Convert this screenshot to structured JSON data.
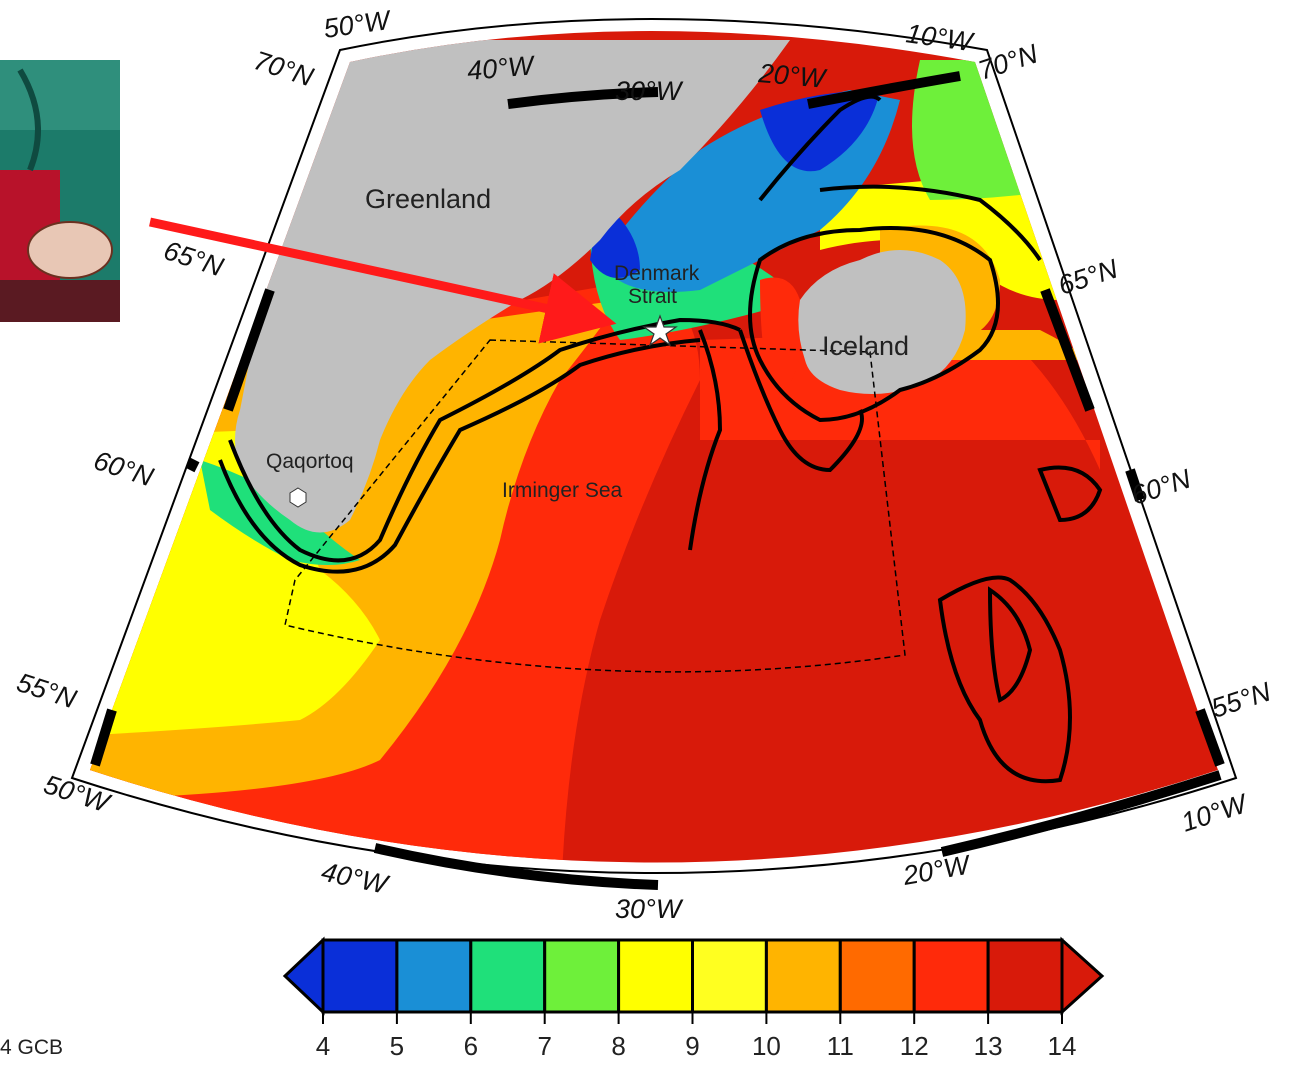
{
  "map": {
    "labels": {
      "greenland": "Greenland",
      "denmark": "Denmark",
      "strait": "Strait",
      "iceland": "Iceland",
      "qaqortoq": "Qaqortoq",
      "irminger": "Irminger Sea"
    },
    "graticule": {
      "top_lon": [
        "50°W",
        "40°W",
        "30°W",
        "20°W",
        "10°W"
      ],
      "bottom_lon": [
        "50°W",
        "40°W",
        "30°W",
        "20°W",
        "10°W"
      ],
      "left_lat": [
        "70°N",
        "65°N",
        "60°N",
        "55°N"
      ],
      "right_lat": [
        "70°N",
        "65°N",
        "60°N",
        "55°N"
      ]
    },
    "credit": "4 GCB",
    "colors": {
      "land": "#c0c0c0",
      "contour": "#000000",
      "arrow": "#ff1a1a"
    },
    "icons": [
      "star-icon",
      "hexagon-icon",
      "photo-thumbnail"
    ]
  },
  "chart_data": {
    "type": "heatmap",
    "colorbar": {
      "ticks": [
        4,
        5,
        6,
        7,
        8,
        9,
        10,
        11,
        12,
        13,
        14
      ],
      "colors": [
        "#0a2fd8",
        "#1a8fd6",
        "#1fe07a",
        "#6ef03a",
        "#ffff00",
        "#ffff20",
        "#ffb400",
        "#ff6a00",
        "#ff2a0a",
        "#d81a0a"
      ],
      "extend_low_color": "#0a2fd8",
      "extend_high_color": "#d81a0a"
    }
  }
}
